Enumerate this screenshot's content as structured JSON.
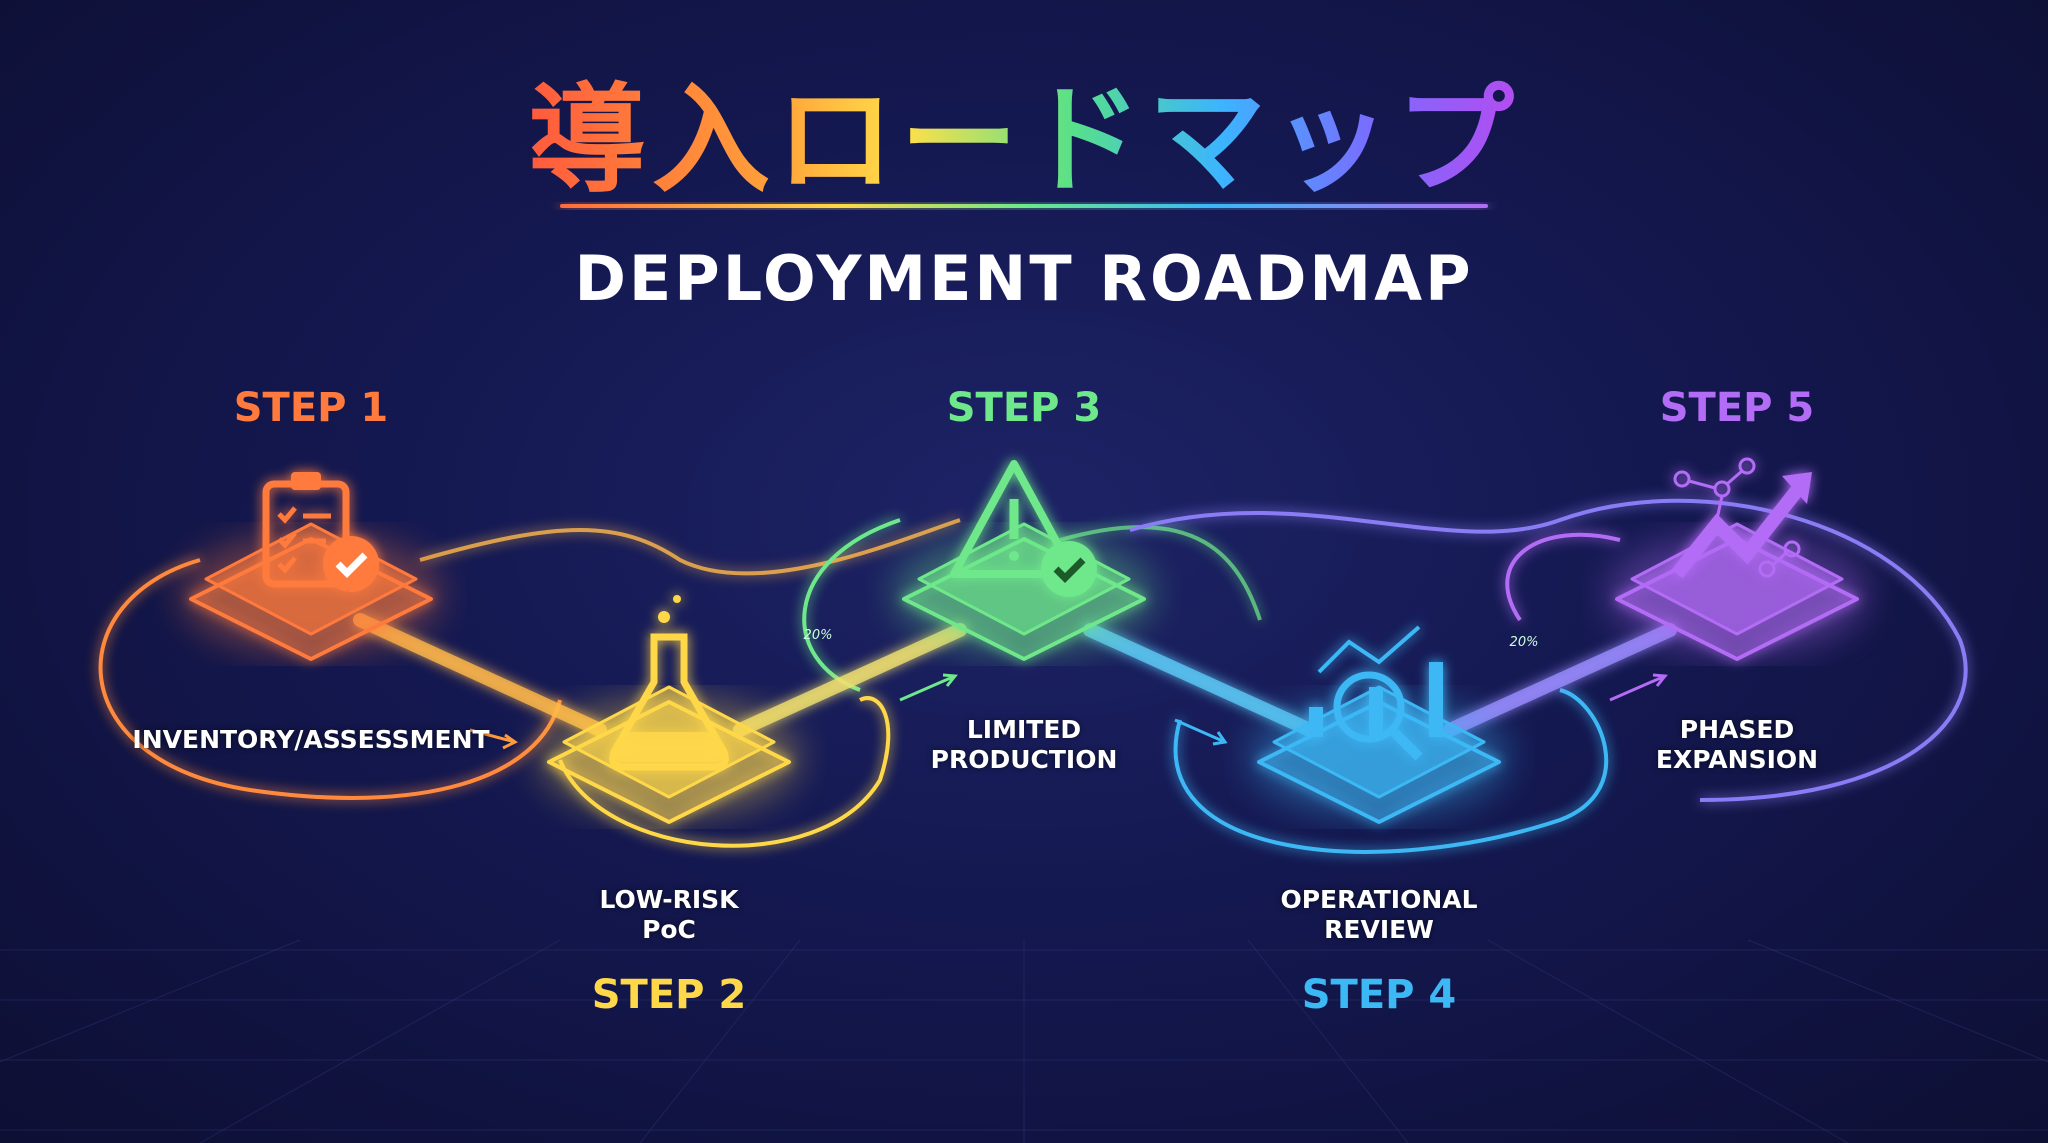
{
  "title_jp": "導入ロードマップ",
  "title_en": "DEPLOYMENT ROADMAP",
  "steps": [
    {
      "label": "STEP 1",
      "name": "INVENTORY/ASSESSMENT",
      "name2": "",
      "icon": "clipboard-check-icon",
      "color": "#ff7a3c"
    },
    {
      "label": "STEP 2",
      "name": "LOW-RISK",
      "name2": "PoC",
      "icon": "flask-icon",
      "color": "#ffd84a"
    },
    {
      "label": "STEP 3",
      "name": "LIMITED",
      "name2": "PRODUCTION",
      "icon": "warning-check-icon",
      "color": "#6ee88a"
    },
    {
      "label": "STEP 4",
      "name": "OPERATIONAL",
      "name2": "REVIEW",
      "icon": "chart-magnifier-icon",
      "color": "#3cb8f5"
    },
    {
      "label": "STEP 5",
      "name": "PHASED",
      "name2": "EXPANSION",
      "icon": "growth-arrow-network-icon",
      "color": "#b36cf5"
    }
  ],
  "gauges": [
    "20%",
    "20%"
  ]
}
